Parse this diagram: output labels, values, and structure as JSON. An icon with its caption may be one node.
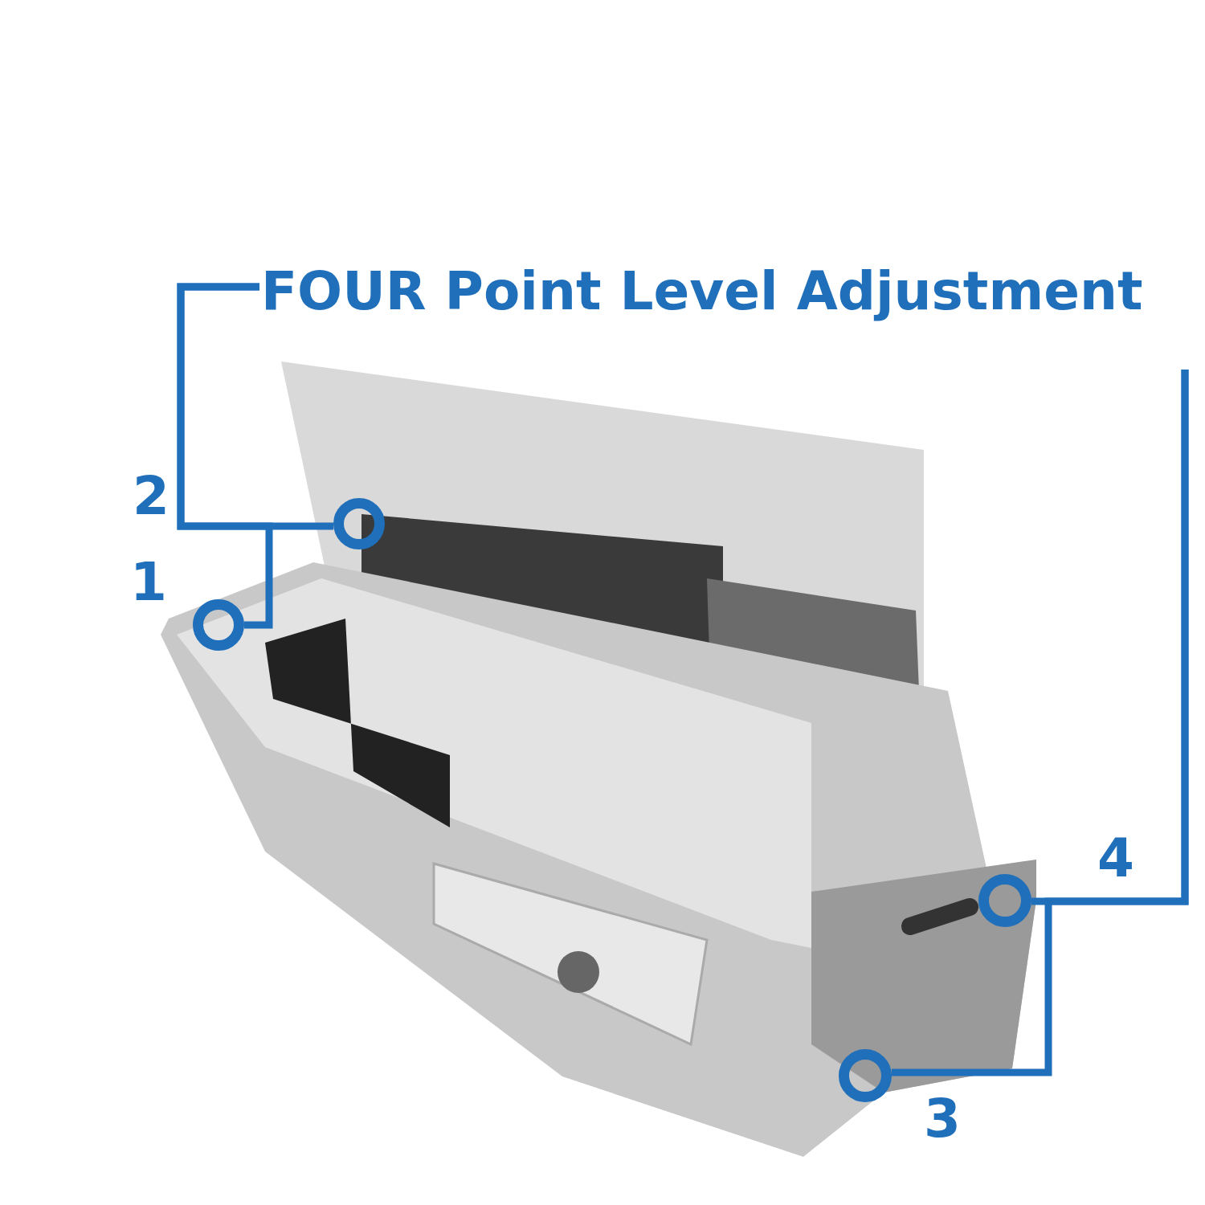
{
  "diagram": {
    "nodes": [
      {
        "text": [
          "FOUR Point Level Adjustment"
        ]
      },
      {
        "text": [],
        "shape": "circle"
      },
      {
        "text": [],
        "shape": "circle"
      },
      {
        "text": [],
        "shape": "circle"
      },
      {
        "text": [],
        "shape": "circle"
      }
    ],
    "edges": [
      {
        "from": 0,
        "to": 1,
        "arrow": "none"
      },
      {
        "from": 0,
        "to": 2,
        "arrow": "none"
      },
      {
        "from": 0,
        "to": 3,
        "arrow": "none"
      },
      {
        "from": 0,
        "to": 4,
        "arrow": "none"
      }
    ],
    "labels": [
      "2",
      "1",
      "4",
      "3"
    ]
  }
}
